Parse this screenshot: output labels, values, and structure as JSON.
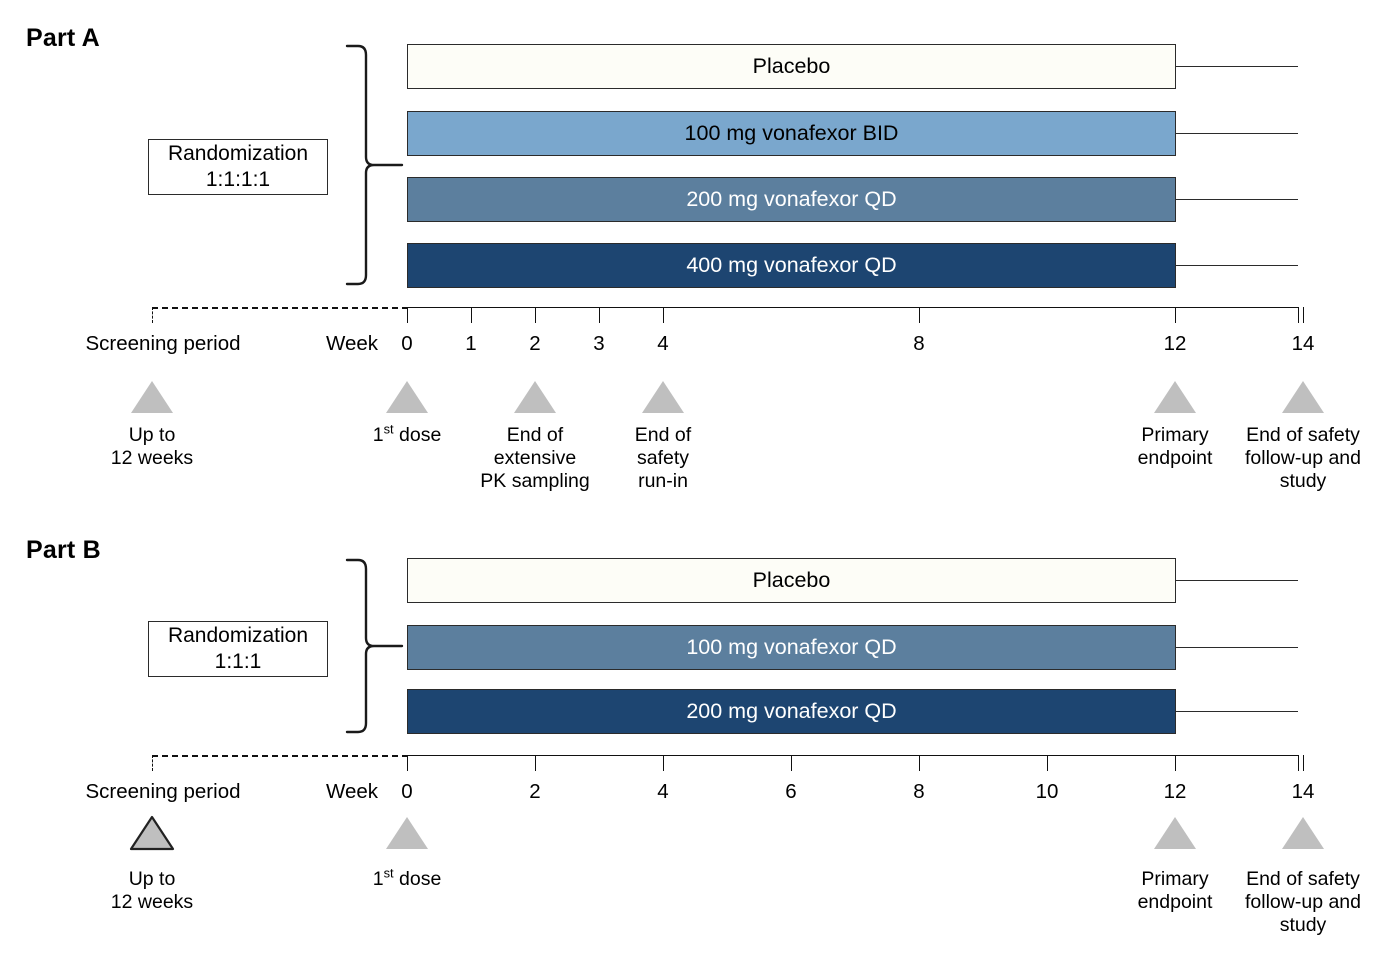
{
  "figure": {
    "type": "clinical-trial-study-design",
    "marker_color": "#bfbfbf",
    "marker_outline_color": "#222222",
    "line_color": "#111111"
  },
  "parts": [
    {
      "id": "part-a",
      "title": "Part A",
      "randomization": {
        "title": "Randomization",
        "ratio": "1:1:1:1"
      },
      "arms": [
        {
          "label": "Placebo",
          "fill": "#fdfdf7",
          "text_color": "#000000"
        },
        {
          "label": "100 mg vonafexor BID",
          "fill": "#7aa7cd",
          "text_color": "#000000"
        },
        {
          "label": "200 mg vonafexor QD",
          "fill": "#5c7f9e",
          "text_color": "#ffffff"
        },
        {
          "label": "400 mg vonafexor QD",
          "fill": "#1d4571",
          "text_color": "#ffffff"
        }
      ],
      "axis": {
        "screening_label": "Screening period",
        "week_label": "Week",
        "ticks": [
          "0",
          "1",
          "2",
          "3",
          "4",
          "8",
          "12",
          "14"
        ],
        "tick_weeks": [
          0,
          1,
          2,
          3,
          4,
          8,
          12,
          14
        ]
      },
      "milestones": [
        {
          "week": -2,
          "outlined": false,
          "lines": [
            "Up to",
            "12 weeks"
          ]
        },
        {
          "week": 0,
          "outlined": false,
          "lines": [
            "1<sup>st</sup> dose"
          ]
        },
        {
          "week": 2,
          "outlined": false,
          "lines": [
            "End of",
            "extensive",
            "PK sampling"
          ]
        },
        {
          "week": 4,
          "outlined": false,
          "lines": [
            "End of",
            "safety",
            "run-in"
          ]
        },
        {
          "week": 12,
          "outlined": false,
          "lines": [
            "Primary",
            "endpoint"
          ]
        },
        {
          "week": 14,
          "outlined": false,
          "lines": [
            "End of safety",
            "follow-up and",
            "study"
          ]
        }
      ]
    },
    {
      "id": "part-b",
      "title": "Part B",
      "randomization": {
        "title": "Randomization",
        "ratio": "1:1:1"
      },
      "arms": [
        {
          "label": "Placebo",
          "fill": "#fdfdf7",
          "text_color": "#000000"
        },
        {
          "label": "100 mg vonafexor QD",
          "fill": "#5c7f9e",
          "text_color": "#ffffff"
        },
        {
          "label": "200 mg vonafexor QD",
          "fill": "#1d4571",
          "text_color": "#ffffff"
        }
      ],
      "axis": {
        "screening_label": "Screening period",
        "week_label": "Week",
        "ticks": [
          "0",
          "2",
          "4",
          "6",
          "8",
          "10",
          "12",
          "14"
        ],
        "tick_weeks": [
          0,
          2,
          4,
          6,
          8,
          10,
          12,
          14
        ]
      },
      "milestones": [
        {
          "week": -2,
          "outlined": true,
          "lines": [
            "Up to",
            "12 weeks"
          ]
        },
        {
          "week": 0,
          "outlined": false,
          "lines": [
            "1<sup>st</sup> dose"
          ]
        },
        {
          "week": 12,
          "outlined": false,
          "lines": [
            "Primary",
            "endpoint"
          ]
        },
        {
          "week": 14,
          "outlined": false,
          "lines": [
            "End of safety",
            "follow-up and",
            "study"
          ]
        }
      ]
    }
  ]
}
